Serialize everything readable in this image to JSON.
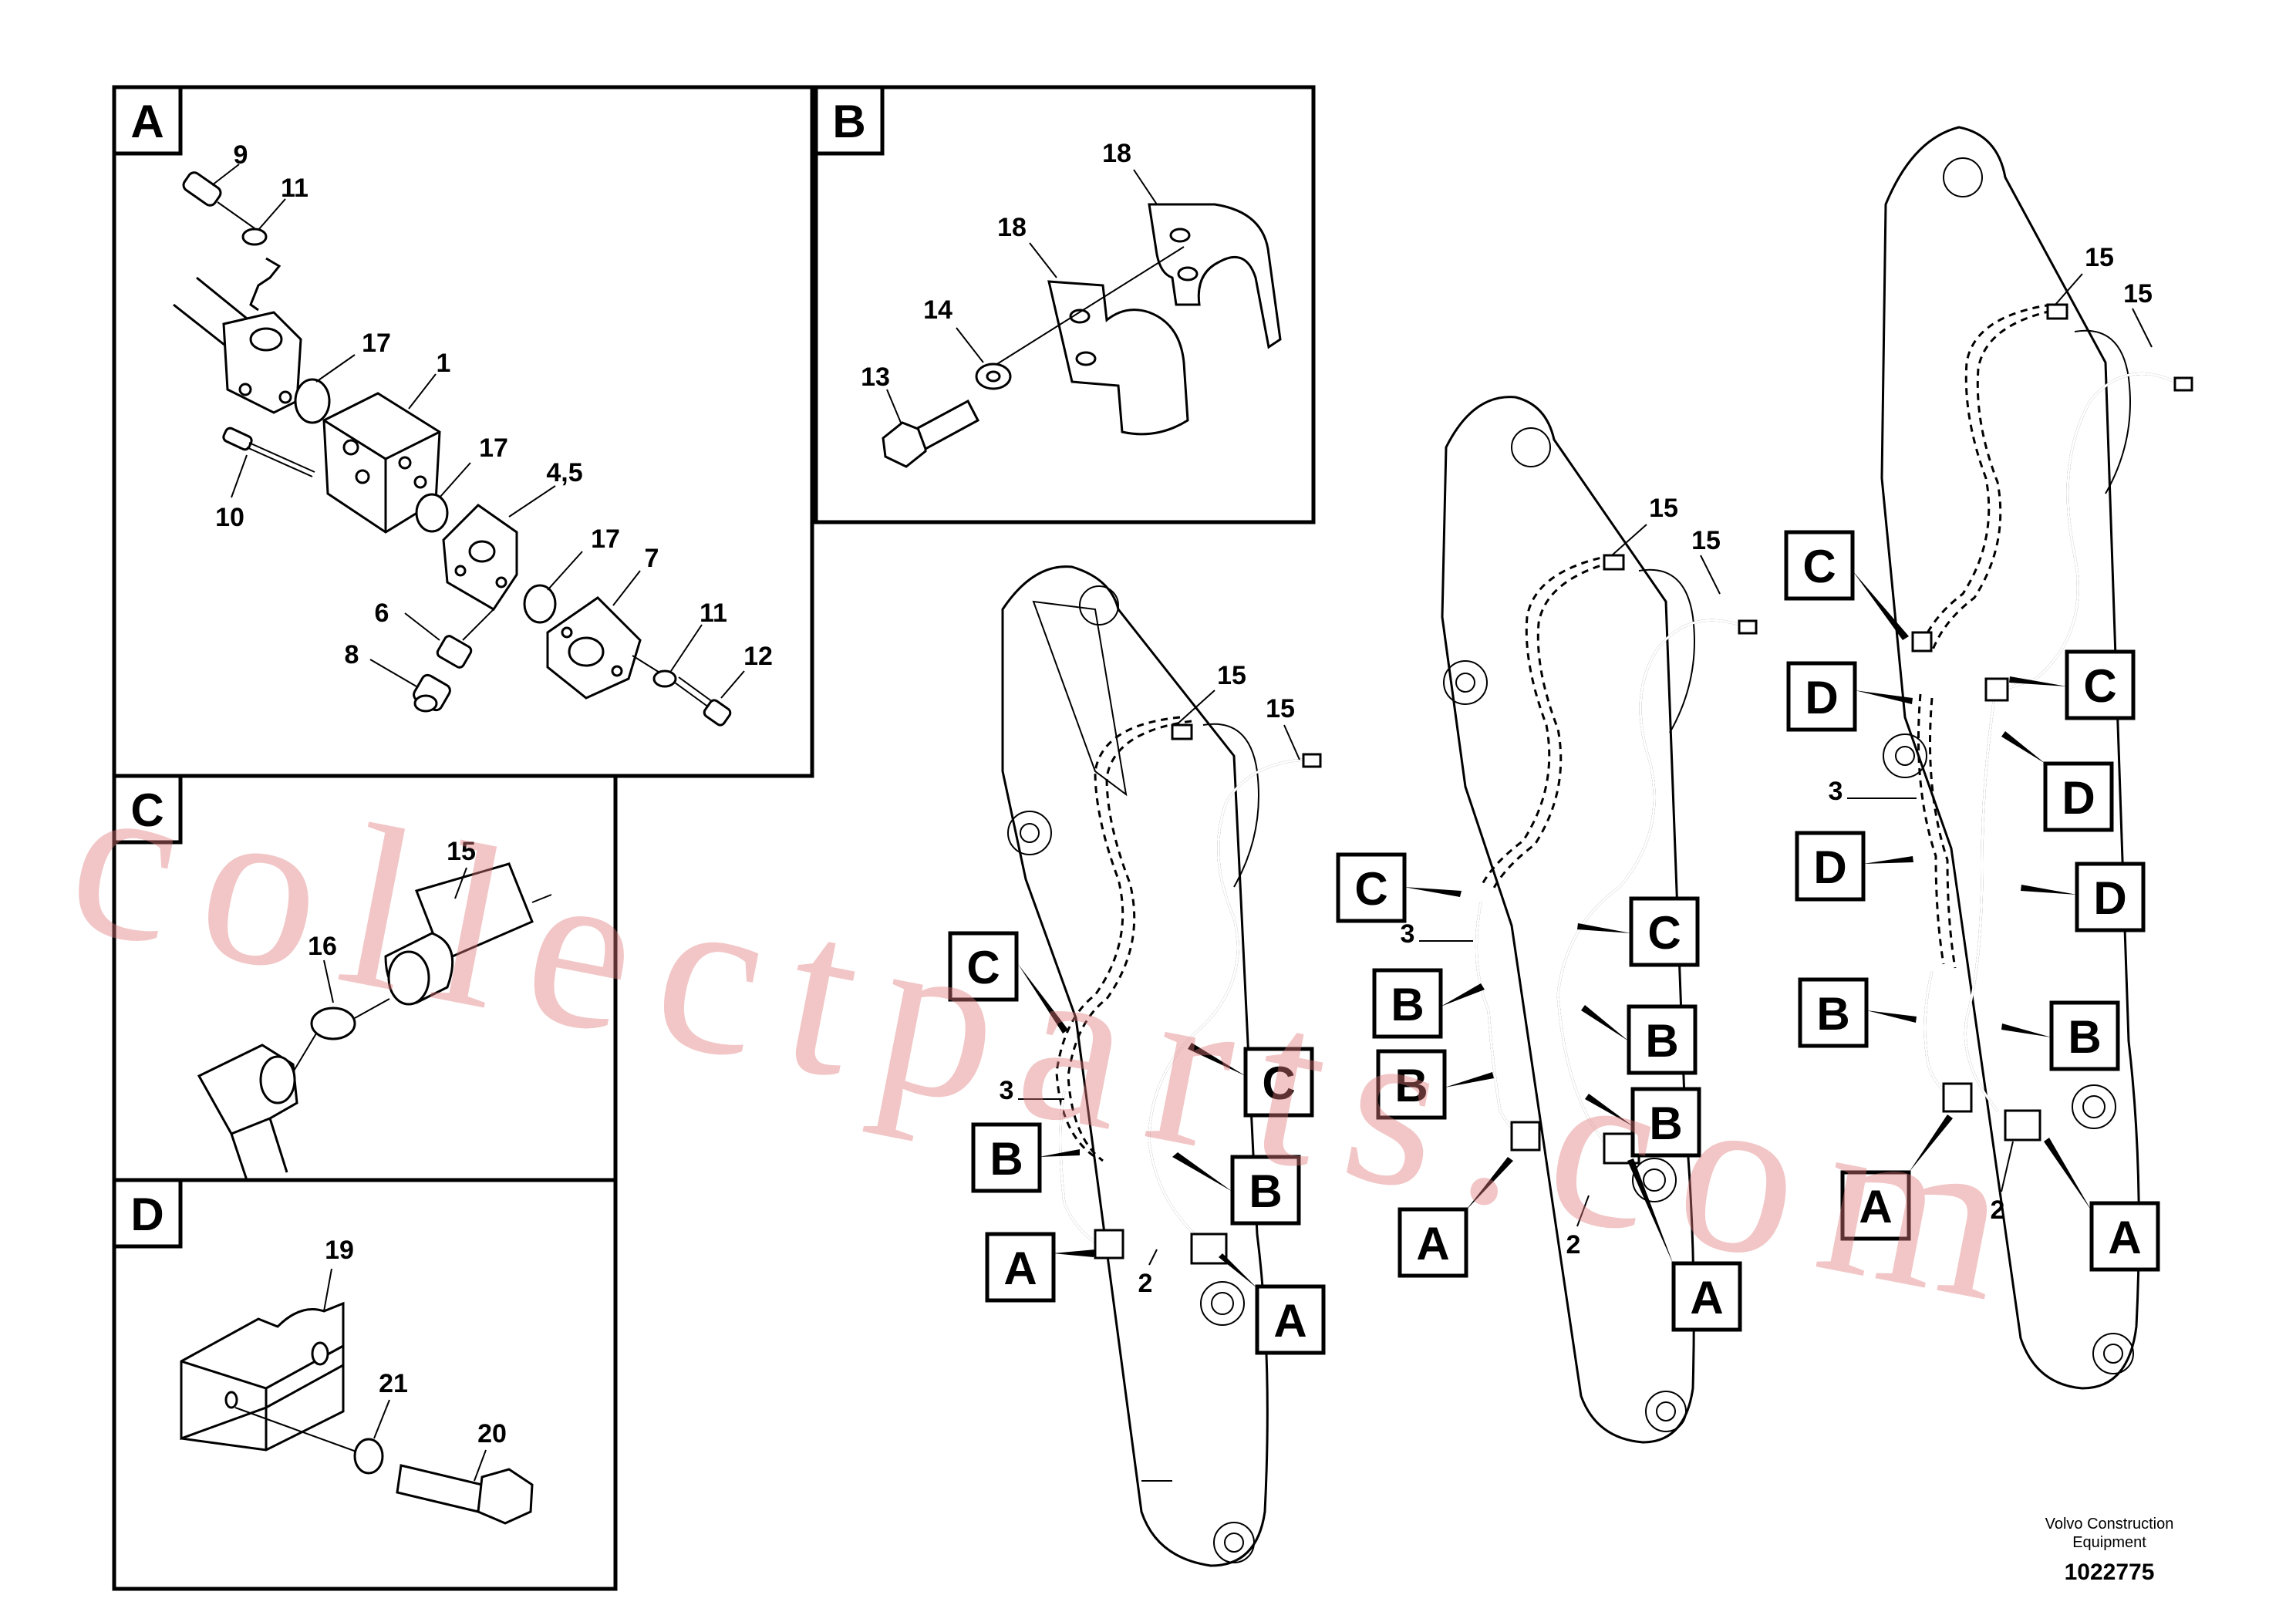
{
  "panels": {
    "A": {
      "tag": "A",
      "callouts": [
        "9",
        "11",
        "17",
        "1",
        "10",
        "17",
        "4,5",
        "17",
        "7",
        "6",
        "8",
        "11",
        "12"
      ]
    },
    "B": {
      "tag": "B",
      "callouts": [
        "18",
        "18",
        "14",
        "13"
      ]
    },
    "C": {
      "tag": "C",
      "callouts": [
        "15",
        "16"
      ]
    },
    "D": {
      "tag": "D",
      "callouts": [
        "19",
        "21",
        "20"
      ]
    }
  },
  "arm1": {
    "callouts": [
      "15",
      "15",
      "3",
      "2"
    ],
    "labels": [
      "C",
      "C",
      "B",
      "B",
      "A",
      "A"
    ]
  },
  "arm2": {
    "callouts": [
      "15",
      "15",
      "3",
      "2"
    ],
    "labels": [
      "C",
      "C",
      "B",
      "B",
      "B",
      "B",
      "A",
      "A"
    ]
  },
  "arm3": {
    "callouts": [
      "15",
      "15",
      "3",
      "2"
    ],
    "labels": [
      "C",
      "C",
      "D",
      "D",
      "D",
      "D",
      "B",
      "B",
      "A",
      "A"
    ]
  },
  "footer": {
    "company": "Volvo Construction",
    "company2": "Equipment",
    "number": "1022775"
  },
  "watermark": "collectparts.com"
}
